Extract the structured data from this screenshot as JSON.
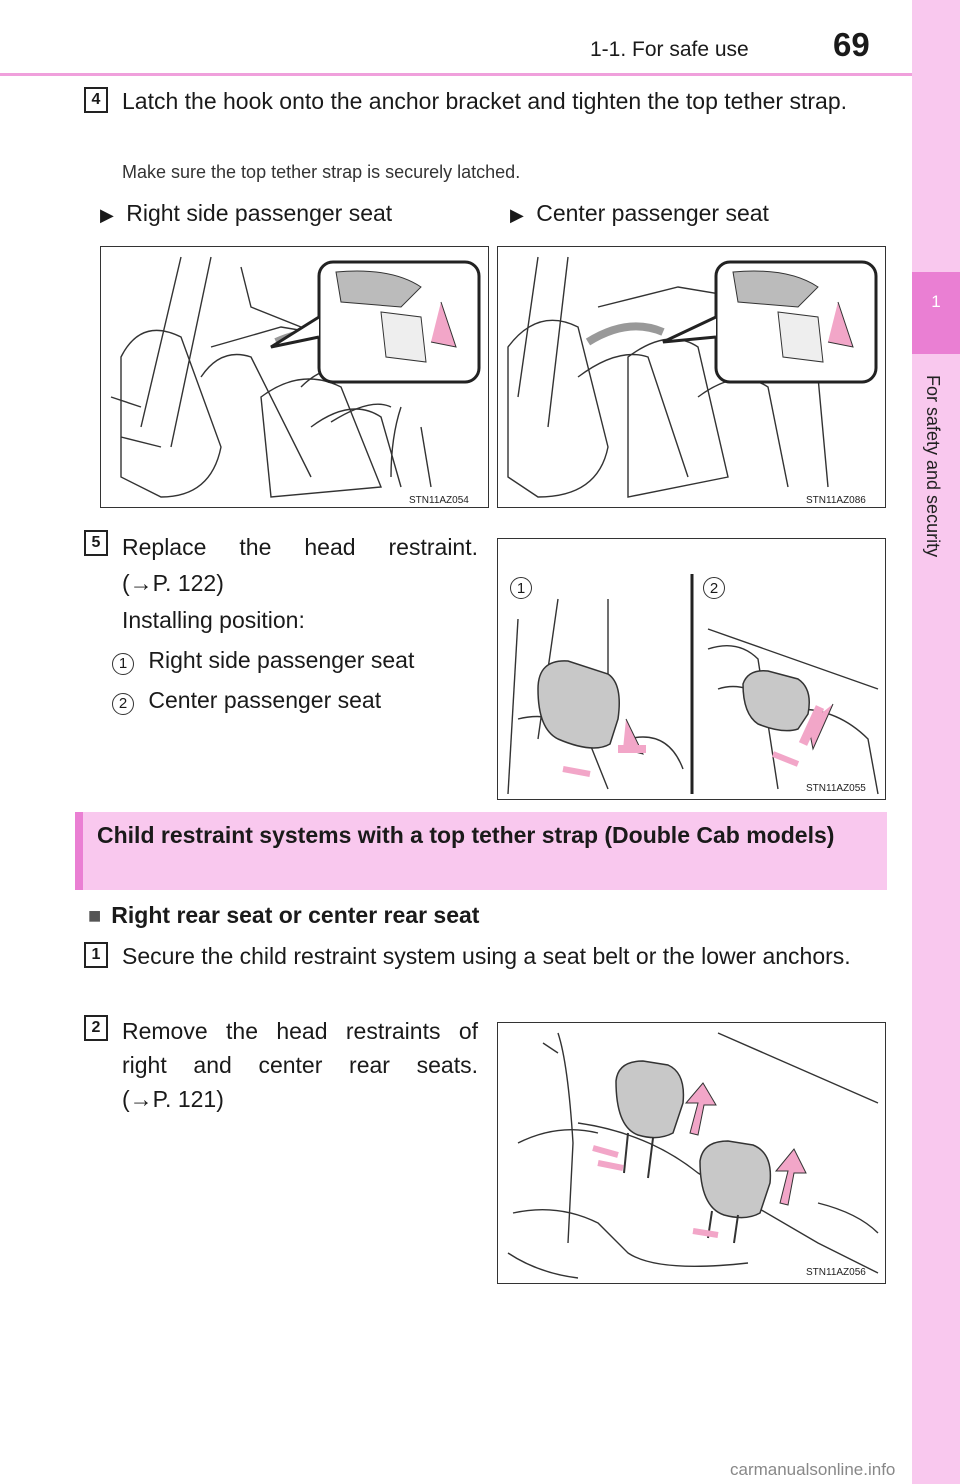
{
  "header": {
    "section": "1-1. For safe use",
    "page_number": "69"
  },
  "side_tab": {
    "number": "1",
    "label": "For safety and security"
  },
  "step4": {
    "badge": "4",
    "text": "Latch the hook onto the anchor bracket and tighten the top tether strap.",
    "note": "Make sure the top tether strap is securely latched.",
    "left_caption": "Right side passenger seat",
    "right_caption": "Center passenger seat",
    "left_image_code": "STN11AZ054",
    "right_image_code": "STN11AZ086"
  },
  "step5": {
    "badge": "5",
    "text_line1": "Replace the head restraint.",
    "text_line2": "(→P. 122)",
    "installing": "Installing position:",
    "items": [
      {
        "num": "1",
        "label": "Right side passenger seat"
      },
      {
        "num": "2",
        "label": "Center passenger seat"
      }
    ],
    "image_code": "STN11AZ055",
    "image_num1": "1",
    "image_num2": "2"
  },
  "section": {
    "title": "Child restraint systems with a top tether strap (Double Cab models)",
    "subhead": "Right rear seat or center rear seat",
    "bullet": "■"
  },
  "step1": {
    "badge": "1",
    "text": "Secure the child restraint system using a seat belt or the lower anchors."
  },
  "step2": {
    "badge": "2",
    "text_line1": "Remove the head restraints of",
    "text_line2": "right and center rear seats.",
    "text_line3": "(→P. 121)",
    "image_code": "STN11AZ056"
  },
  "watermark": "carmanualsonline.info",
  "colors": {
    "accent": "#ea7fd3",
    "tab_bg": "#f9c8ee",
    "arrow_pink": "#f2a6c8"
  }
}
